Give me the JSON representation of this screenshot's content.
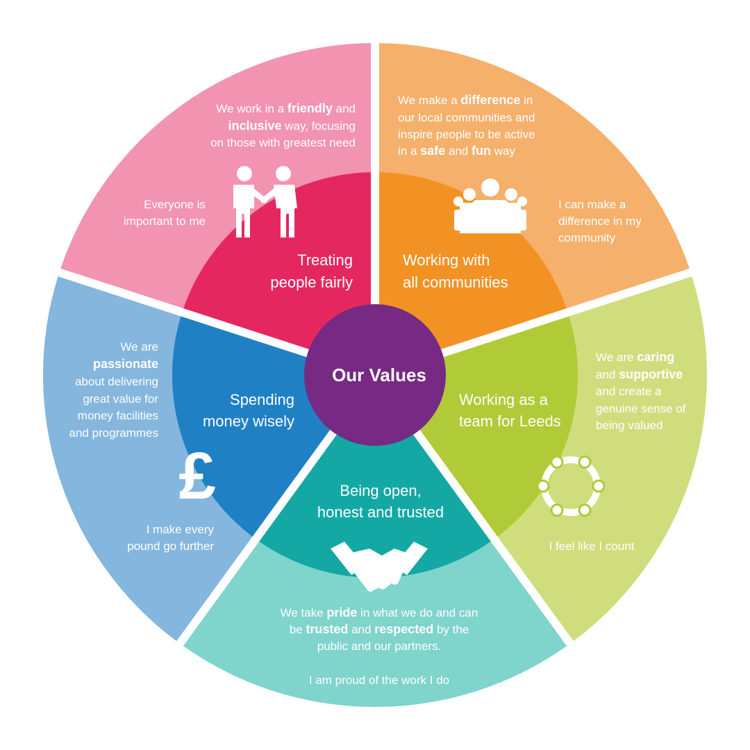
{
  "center": {
    "title": "Our Values",
    "color": "#762a83"
  },
  "values": [
    {
      "id": "fairly",
      "name_lines": [
        "Treating",
        "people fairly"
      ],
      "outer_color": "#f293b2",
      "inner_color": "#e5275f",
      "icon": "two-people-icon",
      "desc_lines": [
        [
          {
            "t": "We work in a "
          },
          {
            "t": "friendly",
            "b": true
          },
          {
            "t": " and"
          }
        ],
        [
          {
            "t": "inclusive",
            "b": true
          },
          {
            "t": " way, focusing"
          }
        ],
        [
          {
            "t": "on those with greatest need"
          }
        ]
      ],
      "self_lines": [
        "Everyone is",
        "important to me"
      ]
    },
    {
      "id": "communities",
      "name_lines": [
        "Working with",
        "all communities"
      ],
      "outer_color": "#f5b06b",
      "inner_color": "#f39224",
      "icon": "group-of-people-icon",
      "desc_lines": [
        [
          {
            "t": "We make a "
          },
          {
            "t": "difference",
            "b": true
          },
          {
            "t": " in"
          }
        ],
        [
          {
            "t": "our local communities and"
          }
        ],
        [
          {
            "t": "inspire people to be active"
          }
        ],
        [
          {
            "t": "in a "
          },
          {
            "t": "safe",
            "b": true
          },
          {
            "t": " and "
          },
          {
            "t": "fun",
            "b": true
          },
          {
            "t": " way"
          }
        ]
      ],
      "self_lines": [
        "I can make a",
        "difference in my",
        "community"
      ]
    },
    {
      "id": "team",
      "name_lines": [
        "Working as a",
        "team for Leeds"
      ],
      "outer_color": "#cfdd7d",
      "inner_color": "#b1ca37",
      "icon": "team-circle-icon",
      "desc_lines": [
        [
          {
            "t": "We are "
          },
          {
            "t": "caring",
            "b": true
          }
        ],
        [
          {
            "t": "and "
          },
          {
            "t": "supportive",
            "b": true
          }
        ],
        [
          {
            "t": "and create a"
          }
        ],
        [
          {
            "t": "genuine sense of"
          }
        ],
        [
          {
            "t": "being valued"
          }
        ]
      ],
      "self_lines": [
        "I feel like I count"
      ]
    },
    {
      "id": "open",
      "name_lines": [
        "Being open,",
        "honest and trusted"
      ],
      "outer_color": "#7fd4cc",
      "inner_color": "#13a8a4",
      "icon": "handshake-icon",
      "desc_lines": [
        [
          {
            "t": "We take "
          },
          {
            "t": "pride",
            "b": true
          },
          {
            "t": " in what we do and can"
          }
        ],
        [
          {
            "t": "be "
          },
          {
            "t": "trusted",
            "b": true
          },
          {
            "t": " and "
          },
          {
            "t": "respected",
            "b": true
          },
          {
            "t": " by the"
          }
        ],
        [
          {
            "t": "public and our partners."
          }
        ]
      ],
      "self_lines": [
        "I am proud of the work I do"
      ]
    },
    {
      "id": "money",
      "name_lines": [
        "Spending",
        "money wisely"
      ],
      "outer_color": "#84b6de",
      "inner_color": "#2080c4",
      "icon": "pound-sign-icon",
      "desc_lines": [
        [
          {
            "t": "We are"
          }
        ],
        [
          {
            "t": "passionate",
            "b": true
          }
        ],
        [
          {
            "t": "about delivering"
          }
        ],
        [
          {
            "t": "great value for"
          }
        ],
        [
          {
            "t": "money facilities"
          }
        ],
        [
          {
            "t": "and programmes"
          }
        ]
      ],
      "self_lines": [
        "I make every",
        "pound go further"
      ]
    }
  ]
}
